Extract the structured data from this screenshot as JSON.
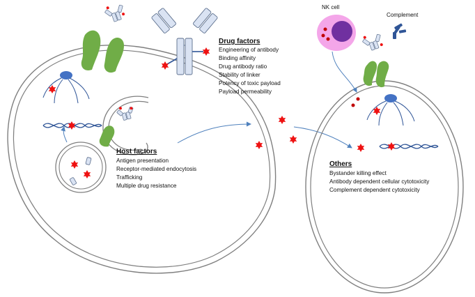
{
  "drug_factors": {
    "heading": "Drug factors",
    "items": [
      "Engineering of antibody",
      "Binding affinity",
      "Drug antibody ratio",
      "Stability of linker",
      "Potency of toxic payload",
      "Payload permeability"
    ]
  },
  "host_factors": {
    "heading": "Host factors",
    "items": [
      "Antigen presentation",
      "Receptor-mediated  endocytosis",
      "Trafficking",
      "Multiple drug resistance"
    ]
  },
  "others": {
    "heading": "Others",
    "items": [
      "Bystander killing effect",
      "Antibody dependent  cellular cytotoxicity",
      "Complement dependent  cytotoxicity"
    ]
  },
  "labels": {
    "nk_cell": "NK cell",
    "complement": "Complement"
  },
  "colors": {
    "cell_outline": "#7f7f7f",
    "receptor": "#70ad47",
    "antibody_fill": "#dae3f3",
    "antibody_stroke": "#5b6e8c",
    "payload": "#ee1111",
    "linker": "#2f5597",
    "nucleus": "#4472c4",
    "nk_outer": "#f4a6e9",
    "nk_inner": "#7030a0",
    "complement": "#2f5597",
    "arrow": "#4f81bd"
  }
}
